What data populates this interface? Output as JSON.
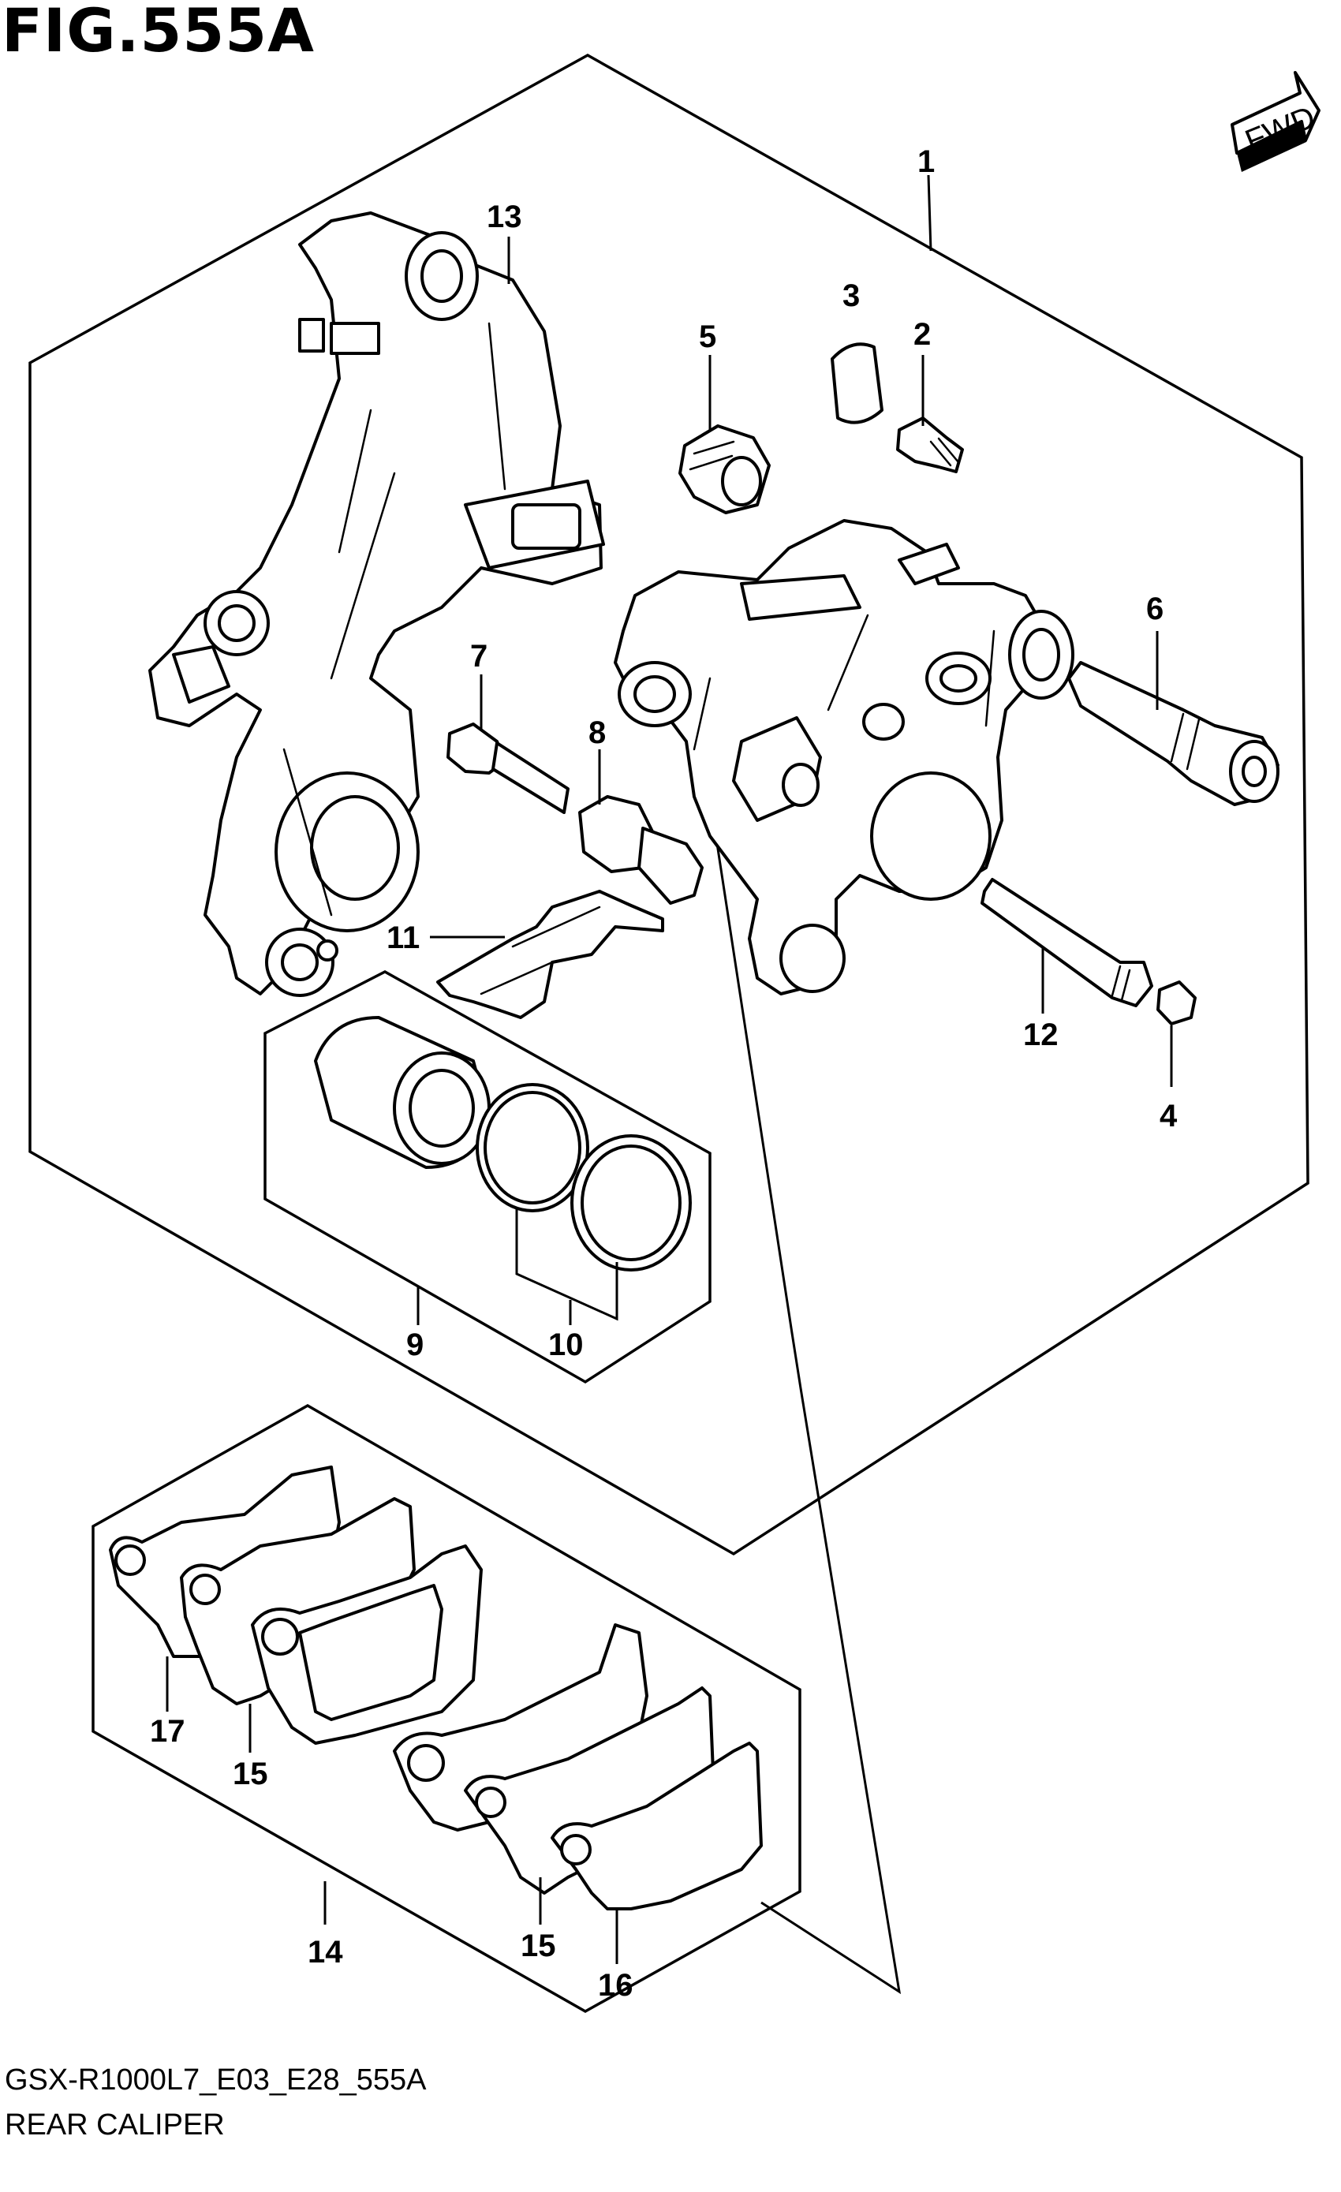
{
  "figure": {
    "title": "FIG.555A",
    "fwd_label": "FWD"
  },
  "footer": {
    "model_code": "GSX-R1000L7_E03_E28_555A",
    "section_name": "REAR CALIPER"
  },
  "parts": [
    {
      "num": "1"
    },
    {
      "num": "2"
    },
    {
      "num": "3"
    },
    {
      "num": "4"
    },
    {
      "num": "5"
    },
    {
      "num": "6"
    },
    {
      "num": "7"
    },
    {
      "num": "8"
    },
    {
      "num": "9"
    },
    {
      "num": "10"
    },
    {
      "num": "11"
    },
    {
      "num": "12"
    },
    {
      "num": "13"
    },
    {
      "num": "14"
    },
    {
      "num": "15"
    },
    {
      "num": "15"
    },
    {
      "num": "16"
    },
    {
      "num": "17"
    }
  ],
  "colors": {
    "ink": "#000000",
    "paper": "#ffffff"
  }
}
